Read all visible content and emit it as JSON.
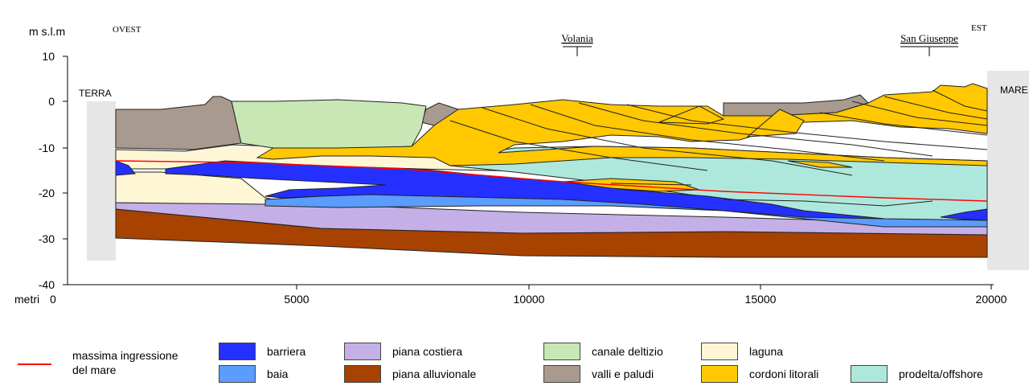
{
  "axes": {
    "y_title": "m s.l.m",
    "x_title": "metri",
    "y_ticks": [
      "10",
      "0",
      "-10",
      "-20",
      "-30",
      "-40"
    ],
    "x_ticks": [
      "0",
      "5000",
      "10000",
      "15000",
      "20000"
    ]
  },
  "directions": {
    "west": "OVEST",
    "east": "EST"
  },
  "places": [
    "Volania",
    "San Giuseppe"
  ],
  "sides": {
    "land": "TERRA",
    "sea": "MARE"
  },
  "legend": {
    "line_label_1": "massima ingressione",
    "line_label_2": "del mare",
    "line_color": "#ff0000",
    "items": [
      {
        "label": "barriera",
        "color": "#2430ff"
      },
      {
        "label": "baia",
        "color": "#5b9cff"
      },
      {
        "label": "piana costiera",
        "color": "#c4b0e6"
      },
      {
        "label": "piana alluvionale",
        "color": "#a84200"
      },
      {
        "label": "canale deltizio",
        "color": "#c7e8b4"
      },
      {
        "label": "valli e paludi",
        "color": "#a89a8e"
      },
      {
        "label": "laguna",
        "color": "#fff6d6"
      },
      {
        "label": "cordoni litorali",
        "color": "#ffc800"
      },
      {
        "label": "prodelta/offshore",
        "color": "#aee8dc"
      }
    ]
  }
}
